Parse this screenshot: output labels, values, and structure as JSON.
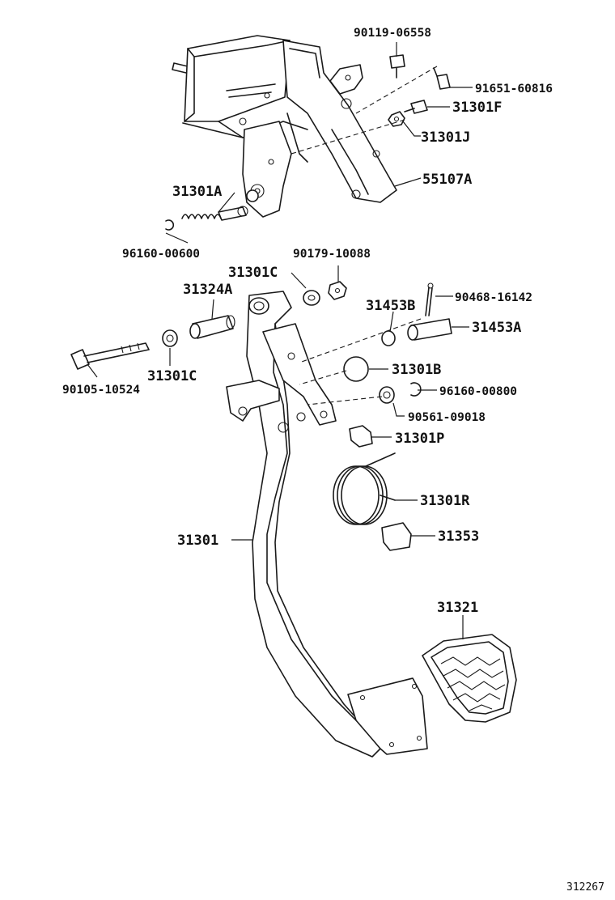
{
  "diagram": {
    "reference_number": "312267",
    "labels": {
      "l90119_06558": "90119-06558",
      "l91651_60816": "91651-60816",
      "l31301F": "31301F",
      "l31301J": "31301J",
      "l55107A": "55107A",
      "l31301A": "31301A",
      "l96160_00600": "96160-00600",
      "l90179_10088": "90179-10088",
      "l31301C_top": "31301C",
      "l31324A": "31324A",
      "l90468_16142": "90468-16142",
      "l31453B": "31453B",
      "l31453A": "31453A",
      "l31301B": "31301B",
      "l96160_00800": "96160-00800",
      "l90561_09018": "90561-09018",
      "l31301C_bot": "31301C",
      "l90105_10524": "90105-10524",
      "l31301P": "31301P",
      "l31301R": "31301R",
      "l31353": "31353",
      "l31301": "31301",
      "l31321": "31321"
    }
  }
}
